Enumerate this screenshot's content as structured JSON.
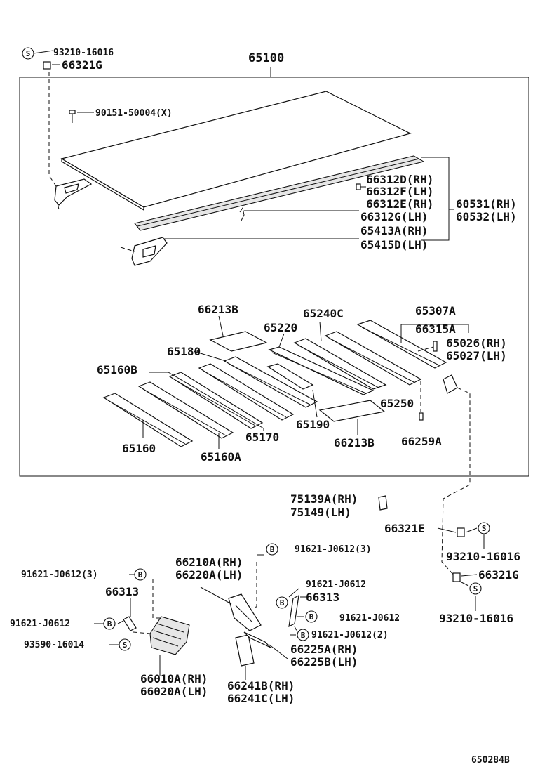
{
  "diagram": {
    "labels": {
      "l_93210_top": "93210-16016",
      "l_66321G_top": "66321G",
      "l_65100": "65100",
      "l_90151": "90151-50004(X)",
      "l_66312D": "66312D(RH)",
      "l_66312F": "66312F(LH)",
      "l_66312E": "66312E(RH)",
      "l_66312G": "66312G(LH)",
      "l_60531": "60531(RH)",
      "l_60532": "60532(LH)",
      "l_65413A": "65413A(RH)",
      "l_65415D": "65415D(LH)",
      "l_66213B_a": "66213B",
      "l_65240C": "65240C",
      "l_65307A": "65307A",
      "l_65220": "65220",
      "l_66315A": "66315A",
      "l_65180": "65180",
      "l_65026": "65026(RH)",
      "l_65027": "65027(LH)",
      "l_65160B": "65160B",
      "l_65250": "65250",
      "l_65170": "65170",
      "l_65190": "65190",
      "l_65160": "65160",
      "l_66213B_b": "66213B",
      "l_66259A": "66259A",
      "l_65160A": "65160A",
      "l_75139A": "75139A(RH)",
      "l_75149": "75149(LH)",
      "l_66321E": "66321E",
      "l_91621_3a": "91621-J0612(3)",
      "l_93210_mid": "93210-16016",
      "l_66210A": "66210A(RH)",
      "l_66220A": "66220A(LH)",
      "l_91621_3b": "91621-J0612(3)",
      "l_66321G_bot": "66321G",
      "l_66313_a": "66313",
      "l_91621_a": "91621-J0612",
      "l_66313_b": "66313",
      "l_91621_b": "91621-J0612",
      "l_91621_c": "91621-J0612",
      "l_93210_bot": "93210-16016",
      "l_93590": "93590-16014",
      "l_91621_2": "91621-J0612(2)",
      "l_66225A": "66225A(RH)",
      "l_66225B": "66225B(LH)",
      "l_66010A": "66010A(RH)",
      "l_66241B": "66241B(RH)",
      "l_66020A": "66020A(LH)",
      "l_66241C": "66241C(LH)",
      "l_ref": "650284B"
    },
    "symbols": {
      "screw": "S",
      "bolt": "B"
    }
  }
}
